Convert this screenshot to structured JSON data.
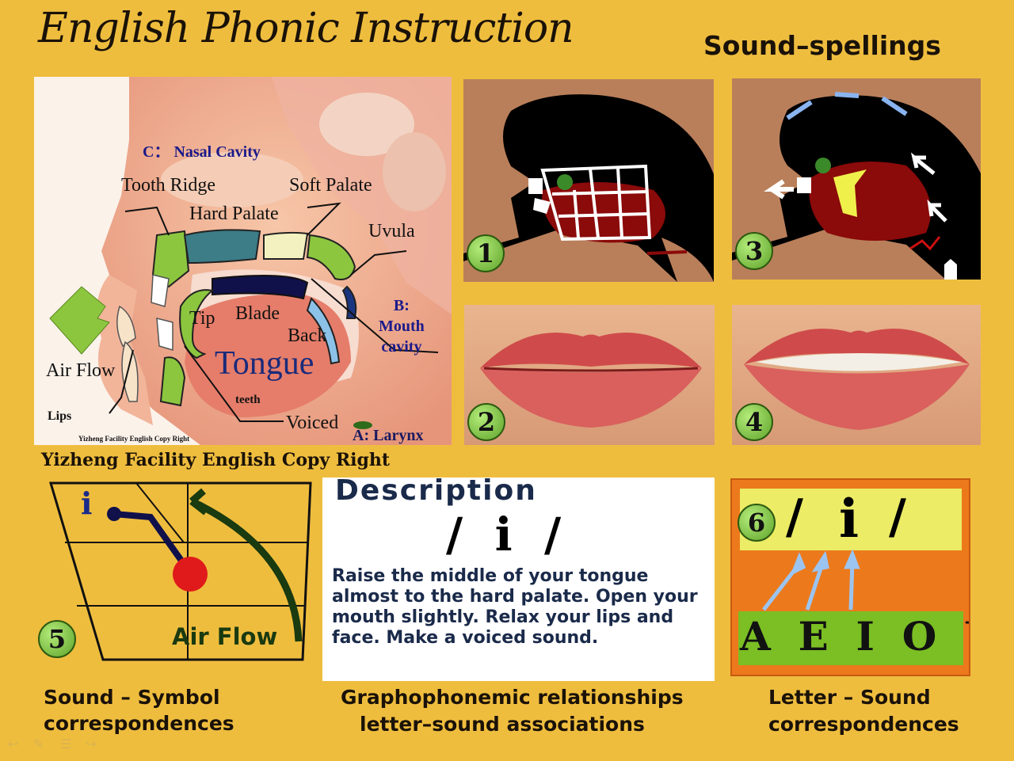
{
  "header": {
    "title": "English Phonic Instruction",
    "subtitle": "Sound–spellings"
  },
  "anatomy": {
    "labels": {
      "nasal_cavity": "C： Nasal Cavity",
      "tooth_ridge": "Tooth Ridge",
      "soft_palate": "Soft Palate",
      "hard_palate": "Hard Palate",
      "uvula": "Uvula",
      "tip": "Tip",
      "blade": "Blade",
      "back": "Back",
      "mouth_cavity": "B:\nMouth\ncavity",
      "tongue": "Tongue",
      "air_flow": "Air Flow",
      "teeth": "teeth",
      "lips": "Lips",
      "voiced": "Voiced",
      "larynx": "A: Larynx",
      "inner_copyright": "Yizheng Facility English  Copy Right"
    },
    "copyright": "Yizheng Facility English  Copy Right"
  },
  "panels": {
    "badge1": "1",
    "badge2": "2",
    "badge3": "3",
    "badge4": "4",
    "badge5": "5",
    "badge6": "6"
  },
  "chart5": {
    "symbol": "i",
    "air_flow": "Air Flow"
  },
  "description": {
    "heading": "Description",
    "symbol": "/  i  /",
    "text": "Raise the middle of your tongue almost to the hard palate.  Open your mouth slightly.  Relax your lips and face.  Make a voiced sound."
  },
  "letters": {
    "symbol_left": "/",
    "symbol": "i",
    "symbol_right": "/",
    "vowels": "A  E  I  O  U"
  },
  "captions": {
    "left_line1": "Sound  –  Symbol",
    "left_line2": "correspondences",
    "mid_line1": "Graphophonemic relationships",
    "mid_line2": "letter–sound associations",
    "right_line1": "Letter   –   Sound",
    "right_line2": "correspondences"
  },
  "colors": {
    "background": "#efbd3e",
    "badge_green": "#5ea32a",
    "skin": "#b97f5a",
    "tongue_red": "#8b0a0a",
    "orange_panel": "#ec7a1c",
    "yellow_box": "#ecec66",
    "green_box": "#7bbf24"
  }
}
